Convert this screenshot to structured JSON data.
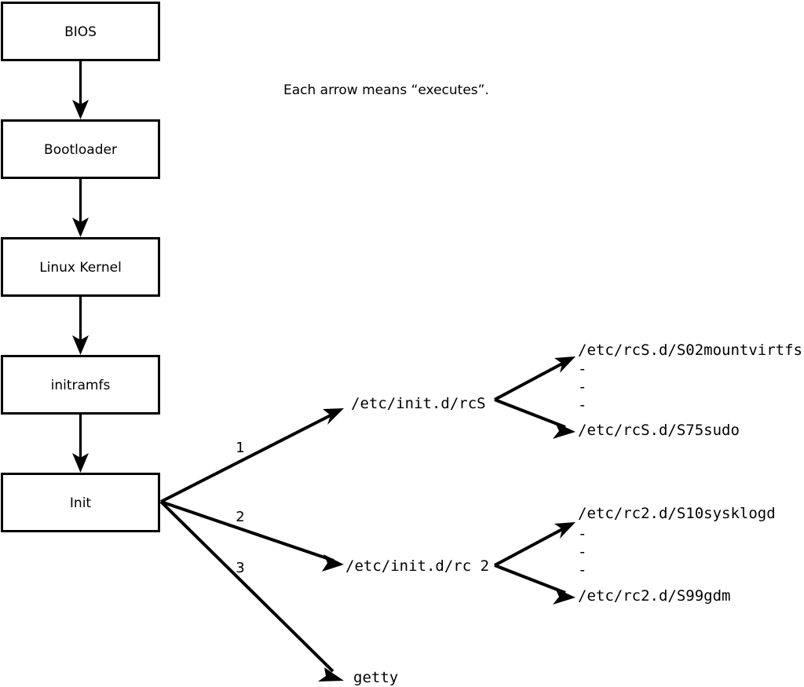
{
  "diagram": {
    "caption": "Each arrow means “executes”.",
    "boot_chain": [
      {
        "label": "BIOS"
      },
      {
        "label": "Bootloader"
      },
      {
        "label": "Linux Kernel"
      },
      {
        "label": "initramfs"
      },
      {
        "label": "Init"
      }
    ],
    "init_branches": [
      {
        "number": "1",
        "target": "/etc/init.d/rcS"
      },
      {
        "number": "2",
        "target": "/etc/init.d/rc 2"
      },
      {
        "number": "3",
        "target": "getty"
      }
    ],
    "rcs_scripts": {
      "first": "/etc/rcS.d/S02mountvirtfs",
      "ellipsis": [
        "-",
        "-",
        "-"
      ],
      "last": "/etc/rcS.d/S75sudo"
    },
    "rc2_scripts": {
      "first": "/etc/rc2.d/S10sysklogd",
      "ellipsis": [
        "-",
        "-",
        "-"
      ],
      "last": "/etc/rc2.d/S99gdm"
    },
    "colors": {
      "stroke": "#000000",
      "fill": "#ffffff",
      "background": "#ffffff"
    }
  }
}
